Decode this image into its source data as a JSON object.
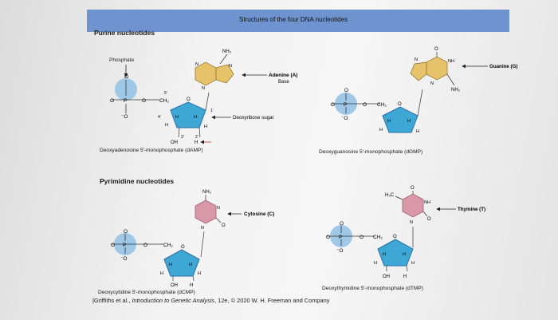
{
  "header": {
    "title": "Structures of the four DNA nucleotides"
  },
  "sections": {
    "purine": "Purine nucleotides",
    "pyrimidine": "Pyrimidine nucleotides"
  },
  "labels": {
    "phosphate": "Phosphate",
    "adenine": "Adenine (A)",
    "base": "Base",
    "deoxyribose": "Deoxyribose sugar",
    "guanine": "Guanine (G)",
    "cytosine": "Cytosine (C)",
    "thymine": "Thymine (T)"
  },
  "atoms": {
    "nh2": "NH₂",
    "nh": "NH",
    "oxygen": "O",
    "oh": "OH",
    "h": "H",
    "ch2": "CH₂",
    "h3c": "H₃C",
    "phosphorus": "P",
    "n": "N",
    "o_minus": "⁻O",
    "five_prime": "5′",
    "four": "4′",
    "three": "3′",
    "two": "2′",
    "one": "1′"
  },
  "names": {
    "damp": "Deoxyadenosine 5′-monophosphate (dAMP)",
    "dgmp": "Deoxyguanosine 5′-monophosphate (dGMP)",
    "dcmp": "Deoxycytidine 5′-monophosphate (dCMP)",
    "dtmp": "Deoxythymidine 5′-monophosphate (dTMP)"
  },
  "citation": {
    "prefix": "|Griffiths et al.,",
    "book": "Introduction to Genetic Analysis",
    "suffix": ", 12e, © 2020 W. H. Freeman and Company"
  },
  "colors": {
    "banner": "#6f93cf",
    "phosphate": "#9ec8e6",
    "sugar": "#3fa7d6",
    "sugar_edge": "#2a6fa8",
    "purine_base": "#e6c36b",
    "pyrimidine_base": "#d898a8"
  }
}
